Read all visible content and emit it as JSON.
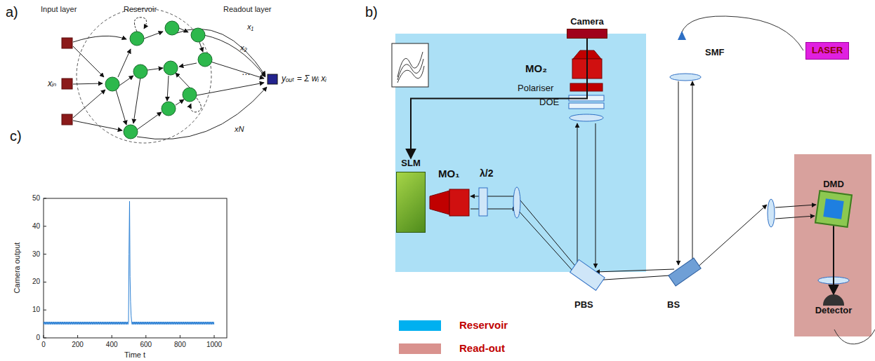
{
  "diagram": {
    "nodes": [
      {
        "text": [
          "LASER"
        ]
      },
      {
        "text": [
          "Camera"
        ]
      },
      {
        "text": [
          "SLM"
        ]
      },
      {
        "text": [
          "DMD"
        ]
      },
      {
        "text": [
          "Detector"
        ]
      }
    ],
    "edges": [
      {
        "from": 1,
        "to": 2,
        "arrow": "to"
      },
      {
        "from": 3,
        "to": 4,
        "arrow": "to"
      }
    ],
    "labels": [
      "a)",
      "b)",
      "c)",
      "Input layer",
      "Reservoir",
      "Readout layer",
      "xᵢₙ",
      "x₁",
      "x₂",
      "xN",
      "⋯",
      "yₒᵤₜ = Σ wᵢ xᵢ",
      "MO₂",
      "Polariser",
      "DOE",
      "SMF",
      "MO₁",
      "λ/2",
      "PBS",
      "BS",
      "Camera output",
      "Time t",
      "0",
      "200",
      "400",
      "600",
      "800",
      "1000",
      "0",
      "10",
      "20",
      "30",
      "40",
      "50"
    ],
    "legend": [
      {
        "text": "Reservoir",
        "color": "#00b0f0"
      },
      {
        "text": "Read-out",
        "color": "#d9928e"
      }
    ]
  }
}
